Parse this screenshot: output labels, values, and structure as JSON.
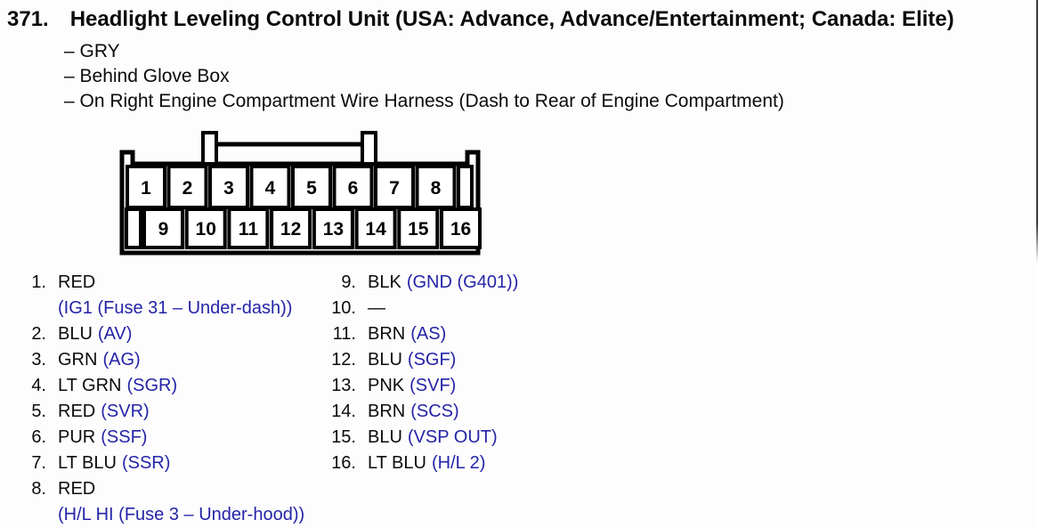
{
  "page": {
    "number": "371.",
    "title": "Headlight Leveling Control Unit (USA: Advance, Advance/Entertainment; Canada: Elite)",
    "details": [
      "– GRY",
      "– Behind Glove Box",
      "– On Right Engine Compartment Wire Harness (Dash to Rear of Engine Compartment)"
    ]
  },
  "connector": {
    "pins_top": [
      "1",
      "2",
      "3",
      "4",
      "5",
      "6",
      "7",
      "8"
    ],
    "pins_bottom": [
      "9",
      "10",
      "11",
      "12",
      "13",
      "14",
      "15",
      "16"
    ]
  },
  "pin_list": {
    "left": [
      {
        "num": "1.",
        "wire": "RED",
        "signal": "(IG1 (Fuse 31 – Under-dash))"
      },
      {
        "num": "2.",
        "wire": "BLU",
        "signal": "(AV)"
      },
      {
        "num": "3.",
        "wire": "GRN",
        "signal": "(AG)"
      },
      {
        "num": "4.",
        "wire": "LT GRN",
        "signal": "(SGR)"
      },
      {
        "num": "5.",
        "wire": "RED",
        "signal": "(SVR)"
      },
      {
        "num": "6.",
        "wire": "PUR",
        "signal": "(SSF)"
      },
      {
        "num": "7.",
        "wire": "LT BLU",
        "signal": "(SSR)"
      },
      {
        "num": "8.",
        "wire": "RED",
        "signal": "(H/L HI (Fuse 3 – Under-hood))"
      }
    ],
    "right": [
      {
        "num": "9.",
        "wire": "BLK",
        "signal": "(GND (G401))"
      },
      {
        "num": "10.",
        "wire": "—",
        "signal": ""
      },
      {
        "num": "11.",
        "wire": "BRN",
        "signal": "(AS)"
      },
      {
        "num": "12.",
        "wire": "BLU",
        "signal": "(SGF)"
      },
      {
        "num": "13.",
        "wire": "PNK",
        "signal": "(SVF)"
      },
      {
        "num": "14.",
        "wire": "BRN",
        "signal": "(SCS)"
      },
      {
        "num": "15.",
        "wire": "BLU",
        "signal": "(VSP OUT)"
      },
      {
        "num": "16.",
        "wire": "LT BLU",
        "signal": "(H/L 2)"
      }
    ]
  },
  "colors": {
    "signal_blue": "#2424a8",
    "text_black": "#0b0b0b",
    "line_black": "#000000",
    "background": "#fdfdfd"
  }
}
